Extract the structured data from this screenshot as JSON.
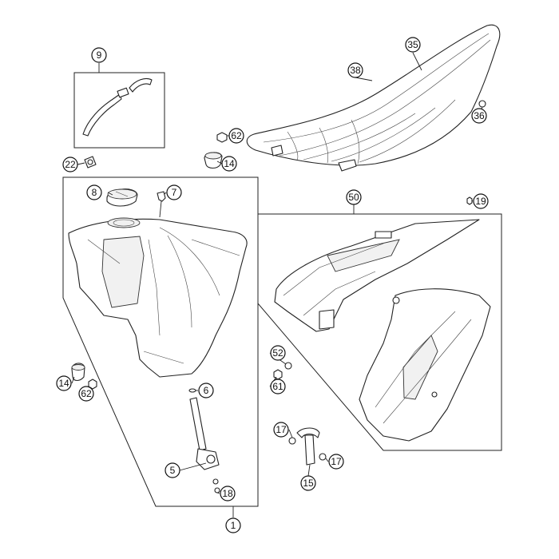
{
  "callouts": [
    {
      "id": "c9",
      "label": "9"
    },
    {
      "id": "c35",
      "label": "35"
    },
    {
      "id": "c38",
      "label": "38"
    },
    {
      "id": "c36",
      "label": "36"
    },
    {
      "id": "c62a",
      "label": "62"
    },
    {
      "id": "c14a",
      "label": "14"
    },
    {
      "id": "c22",
      "label": "22"
    },
    {
      "id": "c8",
      "label": "8"
    },
    {
      "id": "c7",
      "label": "7"
    },
    {
      "id": "c50",
      "label": "50"
    },
    {
      "id": "c19",
      "label": "19"
    },
    {
      "id": "c52",
      "label": "52"
    },
    {
      "id": "c61",
      "label": "61"
    },
    {
      "id": "c14b",
      "label": "14"
    },
    {
      "id": "c62b",
      "label": "62"
    },
    {
      "id": "c6",
      "label": "6"
    },
    {
      "id": "c17a",
      "label": "17"
    },
    {
      "id": "c17b",
      "label": "17"
    },
    {
      "id": "c15",
      "label": "15"
    },
    {
      "id": "c5",
      "label": "5"
    },
    {
      "id": "c18",
      "label": "18"
    },
    {
      "id": "c1",
      "label": "1"
    }
  ]
}
